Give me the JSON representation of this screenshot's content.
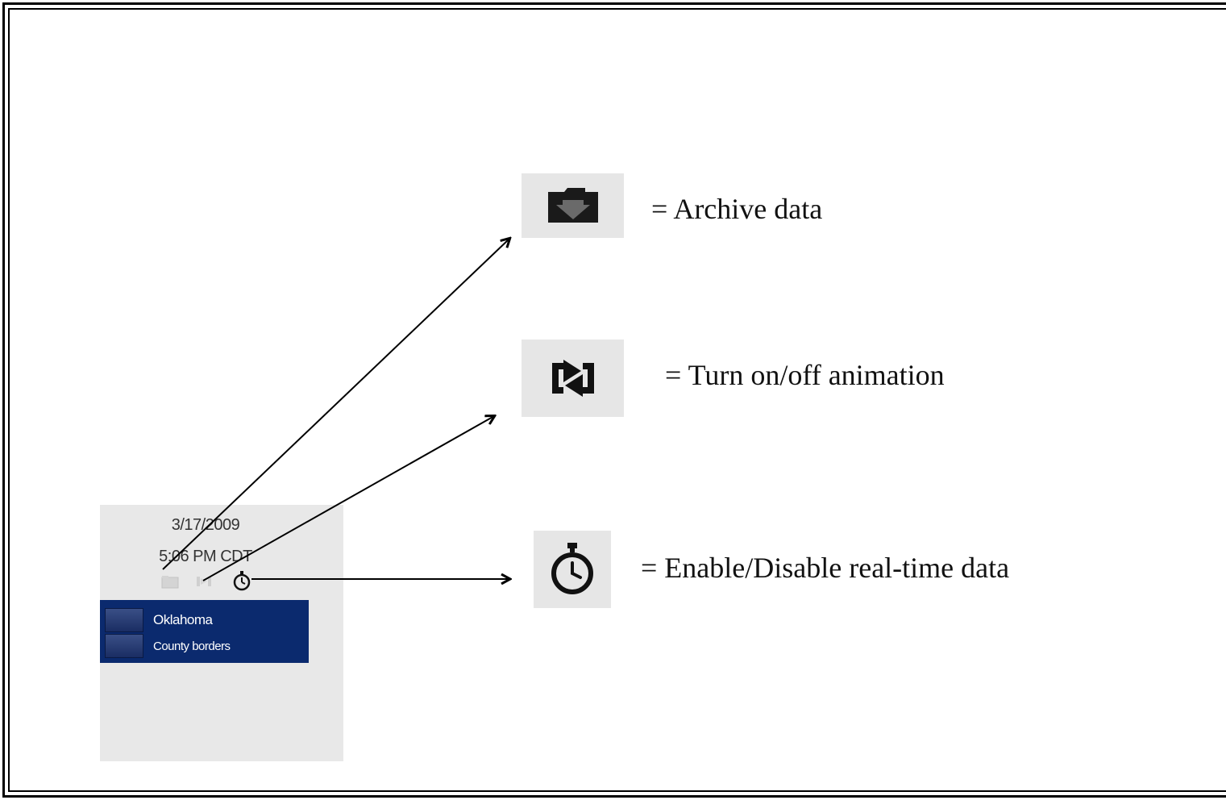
{
  "legend": [
    {
      "icon": "archive-folder-icon",
      "text": "= Archive data"
    },
    {
      "icon": "animation-toggle-icon",
      "text": "= Turn on/off animation"
    },
    {
      "icon": "stopwatch-icon",
      "text": "=  Enable/Disable real-time data"
    }
  ],
  "panel": {
    "date": "3/17/2009",
    "time": "5:06 PM CDT",
    "layers": [
      {
        "label": "Oklahoma"
      },
      {
        "label": "County borders"
      }
    ]
  },
  "colors": {
    "layer_bg": "#0b2a6e",
    "panel_bg": "#e8e8e8",
    "icon_bg": "#e6e6e6"
  }
}
